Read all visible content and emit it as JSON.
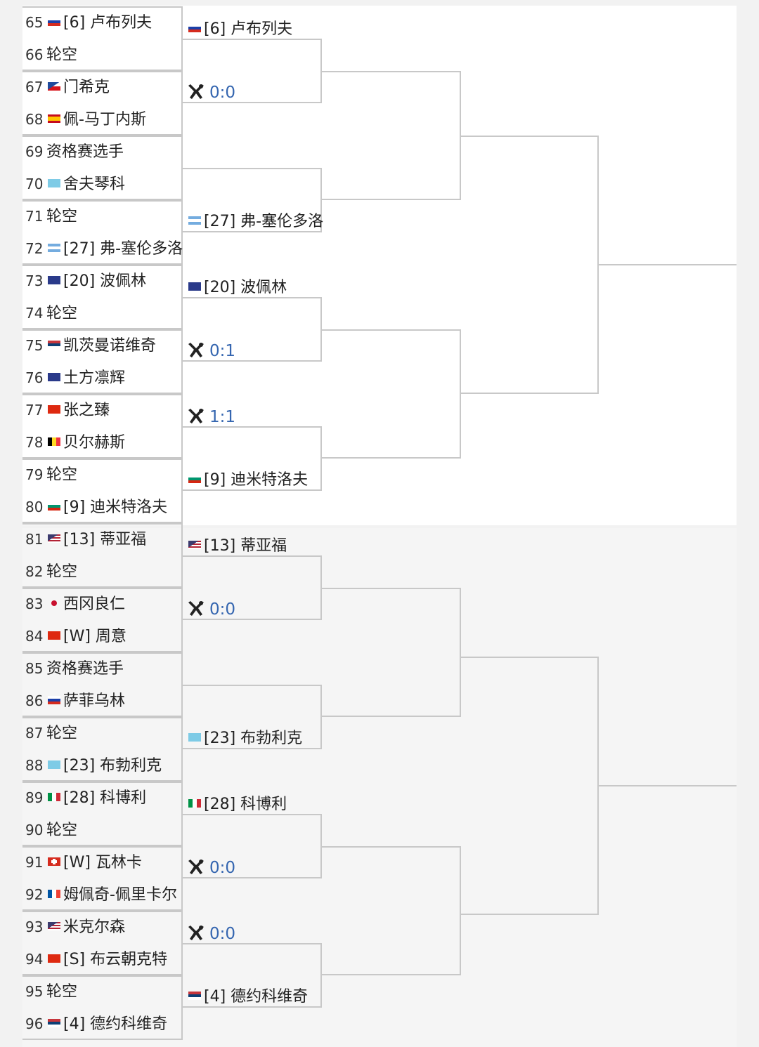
{
  "colors": {
    "background": "#f2f2f2",
    "top_panel": "#ffffff",
    "bottom_panel": "#f5f5f5",
    "line": "#c8c8c8",
    "score": "#3566b0"
  },
  "icons": {
    "match": "crossed-rackets-icon"
  },
  "round1": [
    {
      "num": "65",
      "flag": "russia",
      "name": "[6] 卢布列夫"
    },
    {
      "num": "66",
      "flag": "",
      "name": "轮空"
    },
    {
      "num": "67",
      "flag": "czech",
      "name": "门希克"
    },
    {
      "num": "68",
      "flag": "spain",
      "name": "佩-马丁内斯"
    },
    {
      "num": "69",
      "flag": "",
      "name": "资格赛选手"
    },
    {
      "num": "70",
      "flag": "kazakhstan",
      "name": "舍夫琴科"
    },
    {
      "num": "71",
      "flag": "",
      "name": "轮空"
    },
    {
      "num": "72",
      "flag": "argentina",
      "name": "[27] 弗-塞伦多洛"
    },
    {
      "num": "73",
      "flag": "australia",
      "name": "[20] 波佩林"
    },
    {
      "num": "74",
      "flag": "",
      "name": "轮空"
    },
    {
      "num": "75",
      "flag": "serbia",
      "name": "凯茨曼诺维奇"
    },
    {
      "num": "76",
      "flag": "australia",
      "name": "土方凛辉"
    },
    {
      "num": "77",
      "flag": "china",
      "name": "张之臻"
    },
    {
      "num": "78",
      "flag": "belgium",
      "name": "贝尔赫斯"
    },
    {
      "num": "79",
      "flag": "",
      "name": "轮空"
    },
    {
      "num": "80",
      "flag": "bulgaria",
      "name": "[9] 迪米特洛夫"
    },
    {
      "num": "81",
      "flag": "usa",
      "name": "[13] 蒂亚福"
    },
    {
      "num": "82",
      "flag": "",
      "name": "轮空"
    },
    {
      "num": "83",
      "flag": "japan",
      "name": "西冈良仁"
    },
    {
      "num": "84",
      "flag": "china",
      "name": "[W] 周意"
    },
    {
      "num": "85",
      "flag": "",
      "name": "资格赛选手"
    },
    {
      "num": "86",
      "flag": "russia",
      "name": "萨菲乌林"
    },
    {
      "num": "87",
      "flag": "",
      "name": "轮空"
    },
    {
      "num": "88",
      "flag": "kazakhstan",
      "name": "[23] 布勃利克"
    },
    {
      "num": "89",
      "flag": "italy",
      "name": "[28] 科博利"
    },
    {
      "num": "90",
      "flag": "",
      "name": "轮空"
    },
    {
      "num": "91",
      "flag": "switzerland",
      "name": "[W] 瓦林卡"
    },
    {
      "num": "92",
      "flag": "france",
      "name": "姆佩奇-佩里卡尔"
    },
    {
      "num": "93",
      "flag": "usa",
      "name": "米克尔森"
    },
    {
      "num": "94",
      "flag": "china",
      "name": "[S] 布云朝克特"
    },
    {
      "num": "95",
      "flag": "",
      "name": "轮空"
    },
    {
      "num": "96",
      "flag": "serbia",
      "name": "[4] 德约科维奇"
    }
  ],
  "round2": [
    {
      "type": "player",
      "flag": "russia",
      "name": "[6] 卢布列夫"
    },
    {
      "type": "score",
      "score": "0:0"
    },
    {
      "type": "score",
      "score": ""
    },
    {
      "type": "player",
      "flag": "argentina",
      "name": "[27] 弗-塞伦多洛"
    },
    {
      "type": "player",
      "flag": "australia",
      "name": "[20] 波佩林"
    },
    {
      "type": "score",
      "score": "0:1"
    },
    {
      "type": "score",
      "score": "1:1"
    },
    {
      "type": "player",
      "flag": "bulgaria",
      "name": "[9] 迪米特洛夫"
    },
    {
      "type": "player",
      "flag": "usa",
      "name": "[13] 蒂亚福"
    },
    {
      "type": "score",
      "score": "0:0"
    },
    {
      "type": "score",
      "score": ""
    },
    {
      "type": "player",
      "flag": "kazakhstan",
      "name": "[23] 布勃利克"
    },
    {
      "type": "player",
      "flag": "italy",
      "name": "[28] 科博利"
    },
    {
      "type": "score",
      "score": "0:0"
    },
    {
      "type": "score",
      "score": "0:0"
    },
    {
      "type": "player",
      "flag": "serbia",
      "name": "[4] 德约科维奇"
    }
  ]
}
